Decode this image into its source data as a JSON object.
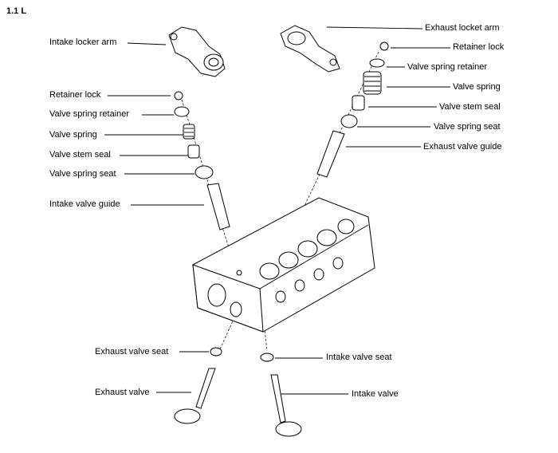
{
  "heading": "1.1 L",
  "labels": {
    "intake_locker_arm": "Intake locker arm",
    "exhaust_locket_arm": "Exhaust locket arm",
    "retainer_lock_right": "Retainer lock",
    "valve_spring_retainer_right": "Valve spring retainer",
    "valve_spring_right": "Valve spring",
    "valve_stem_seal_right": "Valve stem seal",
    "valve_spring_seat_right": "Valve spring seat",
    "exhaust_valve_guide": "Exhaust valve guide",
    "retainer_lock_left": "Retainer lock",
    "valve_spring_retainer_left": "Valve spring retainer",
    "valve_spring_left": "Valve spring",
    "valve_stem_seal_left": "Valve stem seal",
    "valve_spring_seat_left": "Valve spring seat",
    "intake_valve_guide": "Intake valve guide",
    "exhaust_valve_seat": "Exhaust valve seat",
    "intake_valve_seat": "Intake valve seat",
    "exhaust_valve": "Exhaust valve",
    "intake_valve": "Intake valve"
  }
}
